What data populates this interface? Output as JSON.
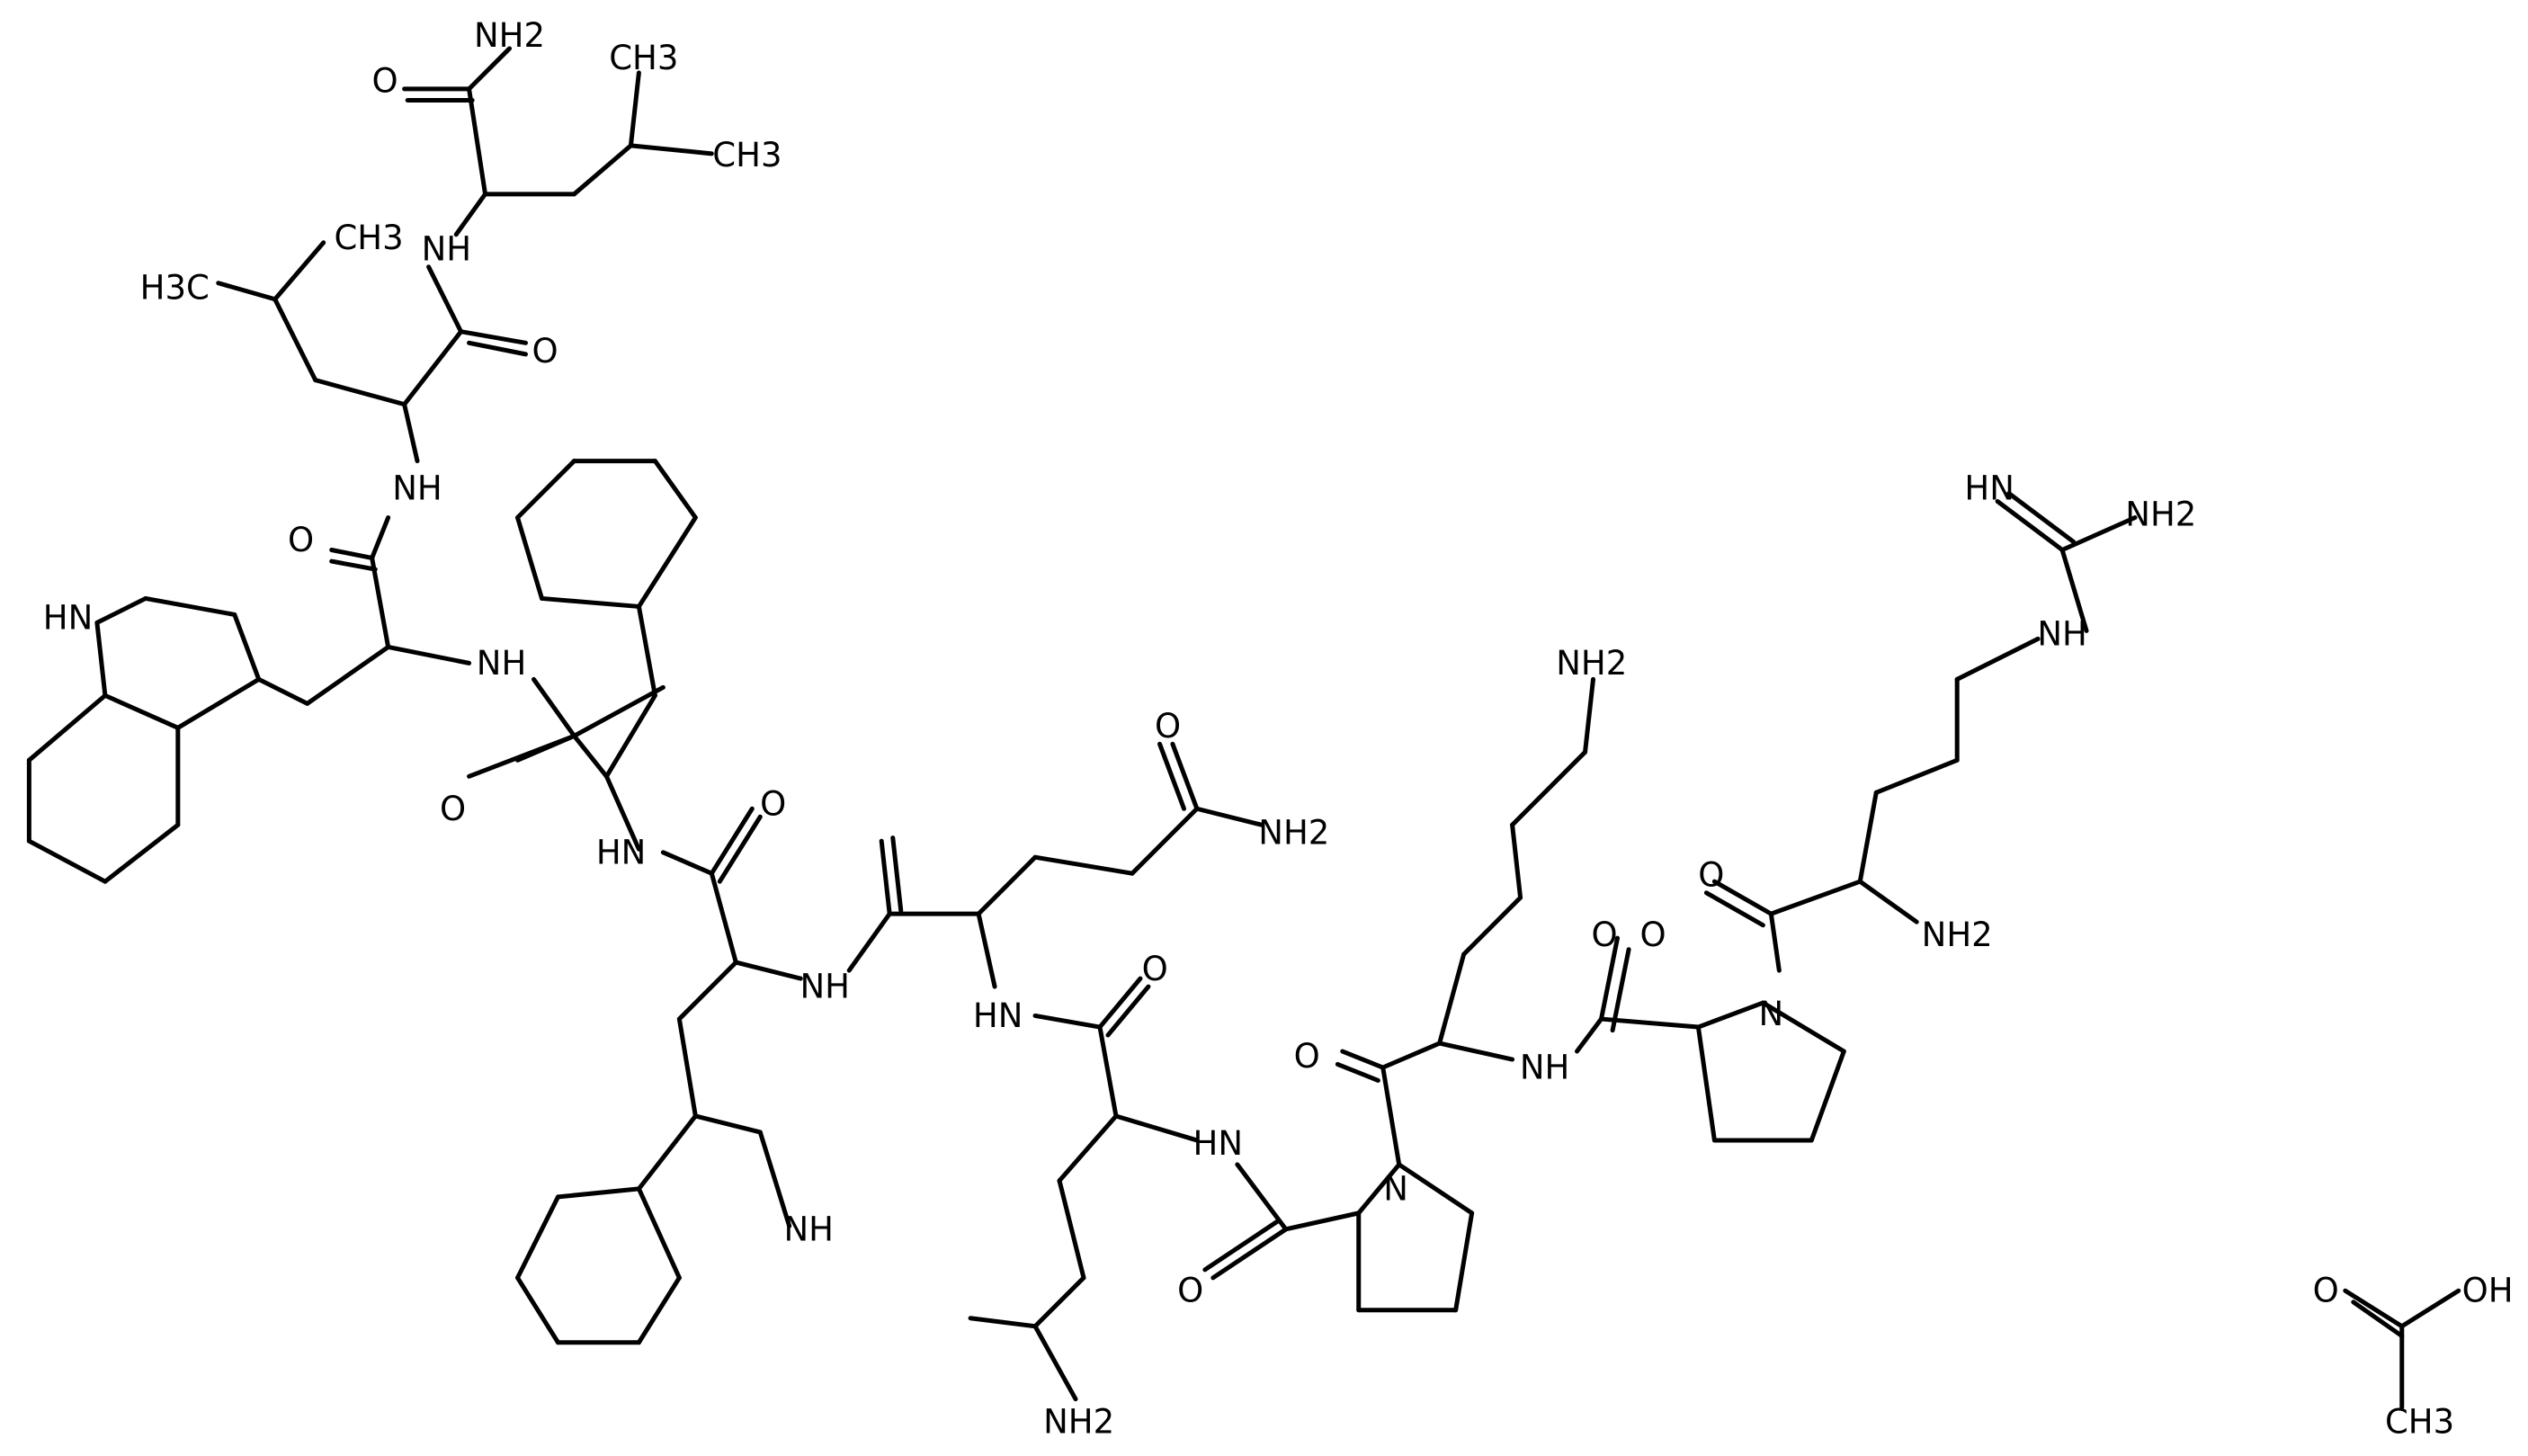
{
  "colors": {
    "bond": "#000000",
    "oxygen": "#e60000",
    "nitrogen": "#1a3ee6",
    "carbon": "#000000",
    "background": "#ffffff"
  },
  "labels": [
    {
      "text": "NH2",
      "element": "N"
    },
    {
      "text": "O",
      "element": "O"
    },
    {
      "text": "CH3",
      "element": "C"
    },
    {
      "text": "CH3",
      "element": "C"
    },
    {
      "text": "NH",
      "element": "N"
    },
    {
      "text": "CH3",
      "element": "C"
    },
    {
      "text": "H3C",
      "element": "C"
    },
    {
      "text": "O",
      "element": "O"
    },
    {
      "text": "NH",
      "element": "N"
    },
    {
      "text": "O",
      "element": "O"
    },
    {
      "text": "HN",
      "element": "N"
    },
    {
      "text": "NH",
      "element": "N"
    },
    {
      "text": "O",
      "element": "O"
    },
    {
      "text": "O",
      "element": "O"
    },
    {
      "text": "HN",
      "element": "N"
    },
    {
      "text": "O",
      "element": "O"
    },
    {
      "text": "NH2",
      "element": "N"
    },
    {
      "text": "NH",
      "element": "N"
    },
    {
      "text": "HN",
      "element": "N"
    },
    {
      "text": "O",
      "element": "O"
    },
    {
      "text": "NH",
      "element": "N"
    },
    {
      "text": "HN",
      "element": "N"
    },
    {
      "text": "O",
      "element": "O"
    },
    {
      "text": "NH2",
      "element": "N"
    },
    {
      "text": "N",
      "element": "N"
    },
    {
      "text": "O",
      "element": "O"
    },
    {
      "text": "NH2",
      "element": "N"
    },
    {
      "text": "O",
      "element": "O"
    },
    {
      "text": "NH",
      "element": "N"
    },
    {
      "text": "O",
      "element": "O"
    },
    {
      "text": "N",
      "element": "N"
    },
    {
      "text": "O",
      "element": "O"
    },
    {
      "text": "NH2",
      "element": "N"
    },
    {
      "text": "HN",
      "element": "N"
    },
    {
      "text": "NH2",
      "element": "N"
    },
    {
      "text": "NH",
      "element": "N"
    },
    {
      "text": "O",
      "element": "O"
    },
    {
      "text": "OH",
      "element": "O"
    },
    {
      "text": "CH3",
      "element": "C"
    }
  ]
}
